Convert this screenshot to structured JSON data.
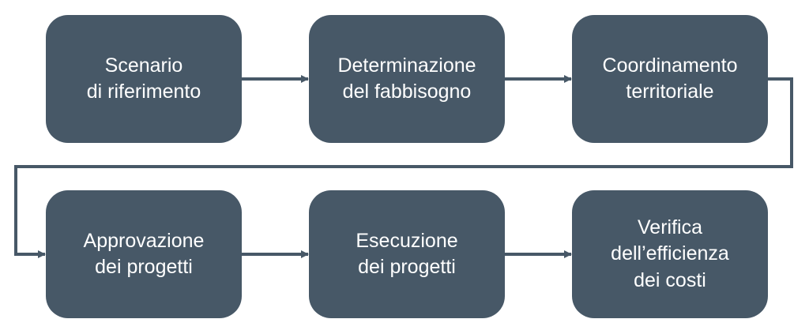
{
  "colors": {
    "box_fill": "#475867",
    "connector": "#475867",
    "text": "#ffffff",
    "background": "#ffffff"
  },
  "steps": [
    {
      "lines": [
        "Scenario",
        "di riferimento"
      ]
    },
    {
      "lines": [
        "Determinazione",
        "del fabbisogno"
      ]
    },
    {
      "lines": [
        "Coordinamento",
        "territoriale"
      ]
    },
    {
      "lines": [
        "Approvazione",
        "dei progetti"
      ]
    },
    {
      "lines": [
        "Esecuzione",
        "dei progetti"
      ]
    },
    {
      "lines": [
        "Verifica",
        "dell’efficienza",
        "dei costi"
      ]
    }
  ],
  "flow": [
    [
      0,
      1
    ],
    [
      1,
      2
    ],
    [
      2,
      3
    ],
    [
      3,
      4
    ],
    [
      4,
      5
    ]
  ]
}
